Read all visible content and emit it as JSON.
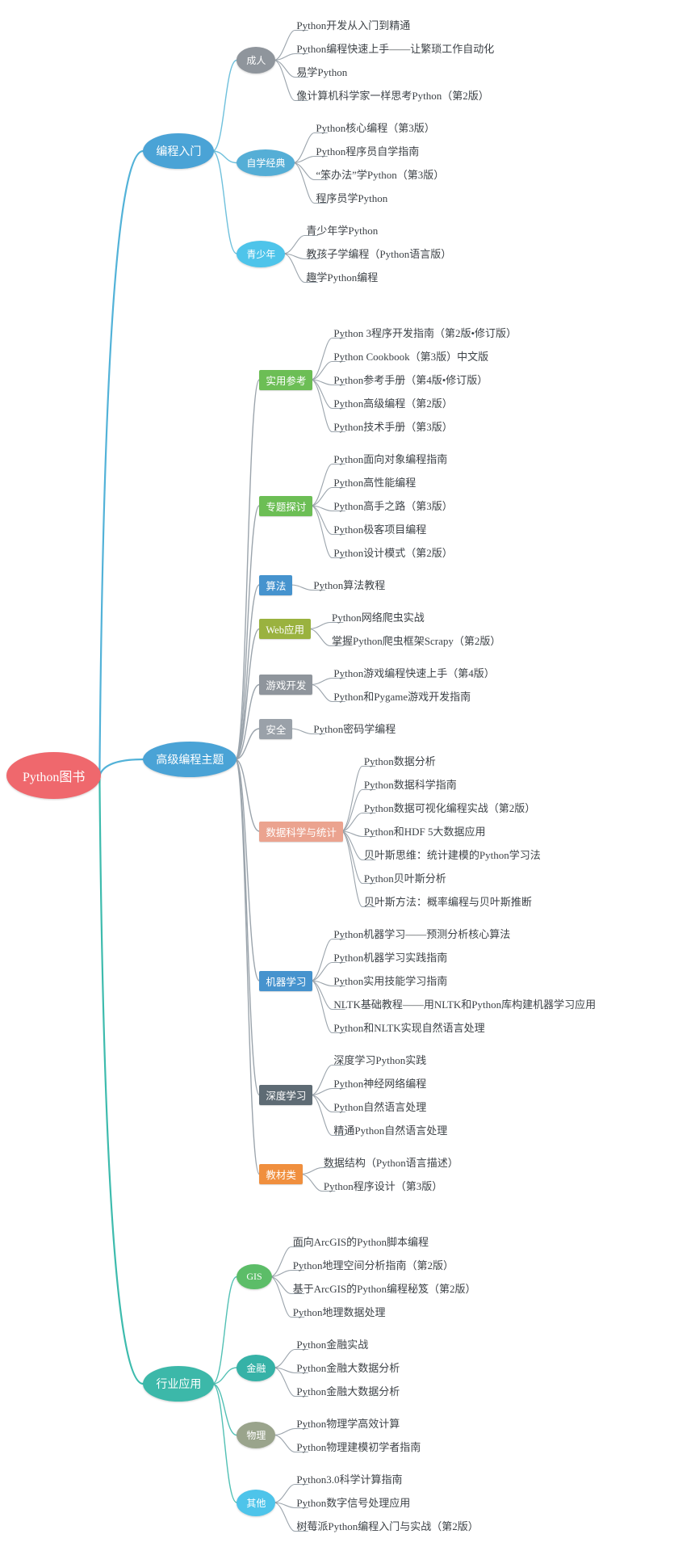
{
  "tree": {
    "label": "Python图书",
    "shape": "ellipse",
    "bg": "#ef686d",
    "children": [
      {
        "label": "编程入门",
        "shape": "ellipse",
        "bg": "#4aa3d6",
        "edge": "#52b2d8",
        "children": [
          {
            "label": "成人",
            "shape": "ellipse",
            "bg": "#8f959c",
            "edge": "#6fc0dc",
            "children": [
              {
                "label": "Python开发从入门到精通"
              },
              {
                "label": "Python编程快速上手——让繁琐工作自动化"
              },
              {
                "label": "易学Python"
              },
              {
                "label": "像计算机科学家一样思考Python（第2版）"
              }
            ]
          },
          {
            "label": "自学经典",
            "shape": "ellipse",
            "bg": "#55aed6",
            "edge": "#6fc0dc",
            "children": [
              {
                "label": "Python核心编程（第3版）"
              },
              {
                "label": "Python程序员自学指南"
              },
              {
                "label": "“笨办法”学Python（第3版）"
              },
              {
                "label": "程序员学Python"
              }
            ]
          },
          {
            "label": "青少年",
            "shape": "ellipse",
            "bg": "#4ec4ea",
            "edge": "#6fc0dc",
            "children": [
              {
                "label": "青少年学Python"
              },
              {
                "label": "教孩子学编程（Python语言版）"
              },
              {
                "label": "趣学Python编程"
              }
            ]
          }
        ]
      },
      {
        "label": "高级编程主题",
        "shape": "ellipse",
        "bg": "#4aa3d6",
        "edge": "#52b2d8",
        "children": [
          {
            "label": "实用参考",
            "shape": "rect",
            "bg": "#6cbe55",
            "children": [
              {
                "label": "Python 3程序开发指南（第2版•修订版）"
              },
              {
                "label": "Python Cookbook（第3版）中文版"
              },
              {
                "label": "Python参考手册（第4版•修订版）"
              },
              {
                "label": "Python高级编程（第2版）"
              },
              {
                "label": "Python技术手册（第3版）"
              }
            ]
          },
          {
            "label": "专题探讨",
            "shape": "rect",
            "bg": "#6cbe55",
            "children": [
              {
                "label": "Python面向对象编程指南"
              },
              {
                "label": "Python高性能编程"
              },
              {
                "label": "Python高手之路（第3版）"
              },
              {
                "label": "Python极客项目编程"
              },
              {
                "label": "Python设计模式（第2版）"
              }
            ]
          },
          {
            "label": "算法",
            "shape": "rect",
            "bg": "#4693ce",
            "children": [
              {
                "label": "Python算法教程"
              }
            ]
          },
          {
            "label": "Web应用",
            "shape": "rect",
            "bg": "#9ab23f",
            "children": [
              {
                "label": "Python网络爬虫实战"
              },
              {
                "label": "掌握Python爬虫框架Scrapy（第2版）"
              }
            ]
          },
          {
            "label": "游戏开发",
            "shape": "rect",
            "bg": "#8f959c",
            "children": [
              {
                "label": "Python游戏编程快速上手（第4版）"
              },
              {
                "label": "Python和Pygame游戏开发指南"
              }
            ]
          },
          {
            "label": "安全",
            "shape": "rect",
            "bg": "#9aa1a9",
            "children": [
              {
                "label": "Python密码学编程"
              }
            ]
          },
          {
            "label": "数据科学与统计",
            "shape": "rect",
            "bg": "#eba38f",
            "children": [
              {
                "label": "Python数据分析"
              },
              {
                "label": "Python数据科学指南"
              },
              {
                "label": "Python数据可视化编程实战（第2版）"
              },
              {
                "label": "Python和HDF 5大数据应用"
              },
              {
                "label": "贝叶斯思维：统计建模的Python学习法"
              },
              {
                "label": "Python贝叶斯分析"
              },
              {
                "label": "贝叶斯方法：概率编程与贝叶斯推断"
              }
            ]
          },
          {
            "label": "机器学习",
            "shape": "rect",
            "bg": "#4693ce",
            "children": [
              {
                "label": "Python机器学习——预测分析核心算法"
              },
              {
                "label": "Python机器学习实践指南"
              },
              {
                "label": "Python实用技能学习指南"
              },
              {
                "label": "NLTK基础教程——用NLTK和Python库构建机器学习应用"
              },
              {
                "label": "Python和NLTK实现自然语言处理"
              }
            ]
          },
          {
            "label": "深度学习",
            "shape": "rect",
            "bg": "#5e6b74",
            "children": [
              {
                "label": "深度学习Python实践"
              },
              {
                "label": "Python神经网络编程"
              },
              {
                "label": "Python自然语言处理"
              },
              {
                "label": "精通Python自然语言处理"
              }
            ]
          },
          {
            "label": "教材类",
            "shape": "rect",
            "bg": "#f08f3e",
            "children": [
              {
                "label": "数据结构（Python语言描述）"
              },
              {
                "label": "Python程序设计（第3版）"
              }
            ]
          }
        ]
      },
      {
        "label": "行业应用",
        "shape": "ellipse",
        "bg": "#3cb8a9",
        "edge": "#3dbbad",
        "children": [
          {
            "label": "GIS",
            "shape": "ellipse",
            "bg": "#5cbd68",
            "edge": "#52c0b4",
            "children": [
              {
                "label": "面向ArcGIS的Python脚本编程"
              },
              {
                "label": "Python地理空间分析指南（第2版）"
              },
              {
                "label": "基于ArcGIS的Python编程秘笈（第2版）"
              },
              {
                "label": "Python地理数据处理"
              }
            ]
          },
          {
            "label": "金融",
            "shape": "ellipse",
            "bg": "#36b2a7",
            "edge": "#52c0b4",
            "children": [
              {
                "label": "Python金融实战"
              },
              {
                "label": "Python金融大数据分析"
              },
              {
                "label": "Python金融大数据分析"
              }
            ]
          },
          {
            "label": "物理",
            "shape": "ellipse",
            "bg": "#9aa48c",
            "edge": "#52c0b4",
            "children": [
              {
                "label": "Python物理学高效计算"
              },
              {
                "label": "Python物理建模初学者指南"
              }
            ]
          },
          {
            "label": "其他",
            "shape": "ellipse",
            "bg": "#4ec4ea",
            "edge": "#52c0b4",
            "children": [
              {
                "label": "Python3.0科学计算指南"
              },
              {
                "label": "Python数字信号处理应用"
              },
              {
                "label": "树莓派Python编程入门与实战（第2版）"
              }
            ]
          }
        ]
      }
    ]
  }
}
